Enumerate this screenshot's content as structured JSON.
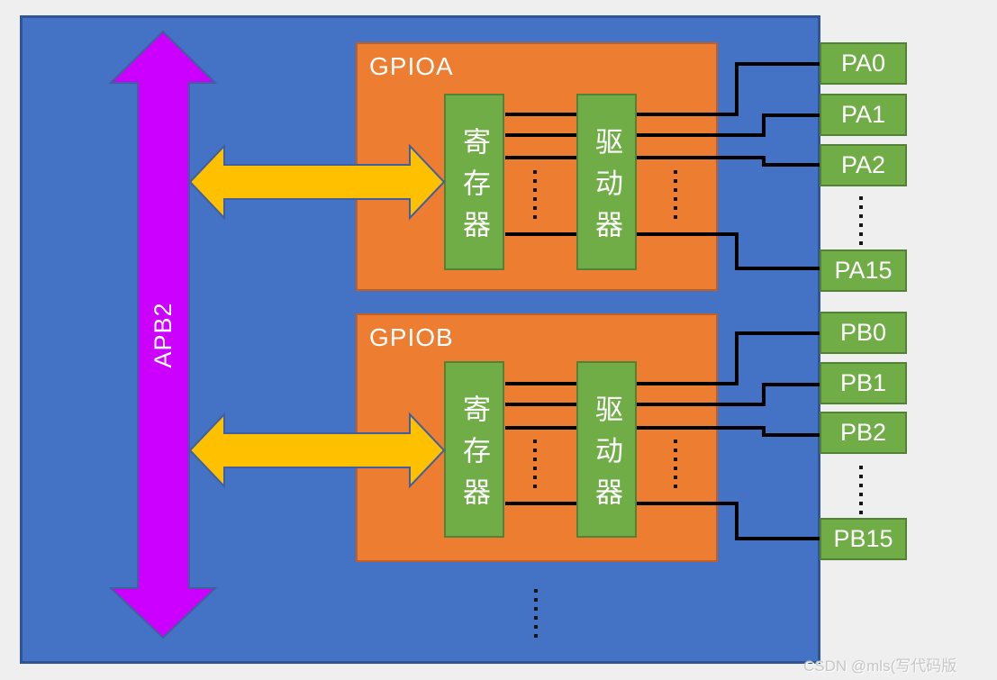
{
  "bus": {
    "label": "APB2"
  },
  "gpioa": {
    "label": "GPIOA",
    "register": "寄存器",
    "driver": "驱动器"
  },
  "gpiob": {
    "label": "GPIOB",
    "register": "寄存器",
    "driver": "驱动器"
  },
  "pins": {
    "pa": [
      "PA0",
      "PA1",
      "PA2",
      "PA15"
    ],
    "pb": [
      "PB0",
      "PB1",
      "PB2",
      "PB15"
    ]
  },
  "watermark": "CSDN @mls(写代码版",
  "colors": {
    "page_bg": "#efefef",
    "board_fill": "#4472c4",
    "board_stroke": "#2f5597",
    "bus_fill": "#cc00ff",
    "arrow_fill": "#ffc000",
    "arrow_stroke": "#3f5f9e",
    "gpio_block_fill": "#ed7d31",
    "gpio_block_stroke": "#c05f23",
    "green_fill": "#70ad47",
    "green_stroke": "#538135",
    "signal_line": "#000000",
    "label_text": "#ffffff"
  }
}
